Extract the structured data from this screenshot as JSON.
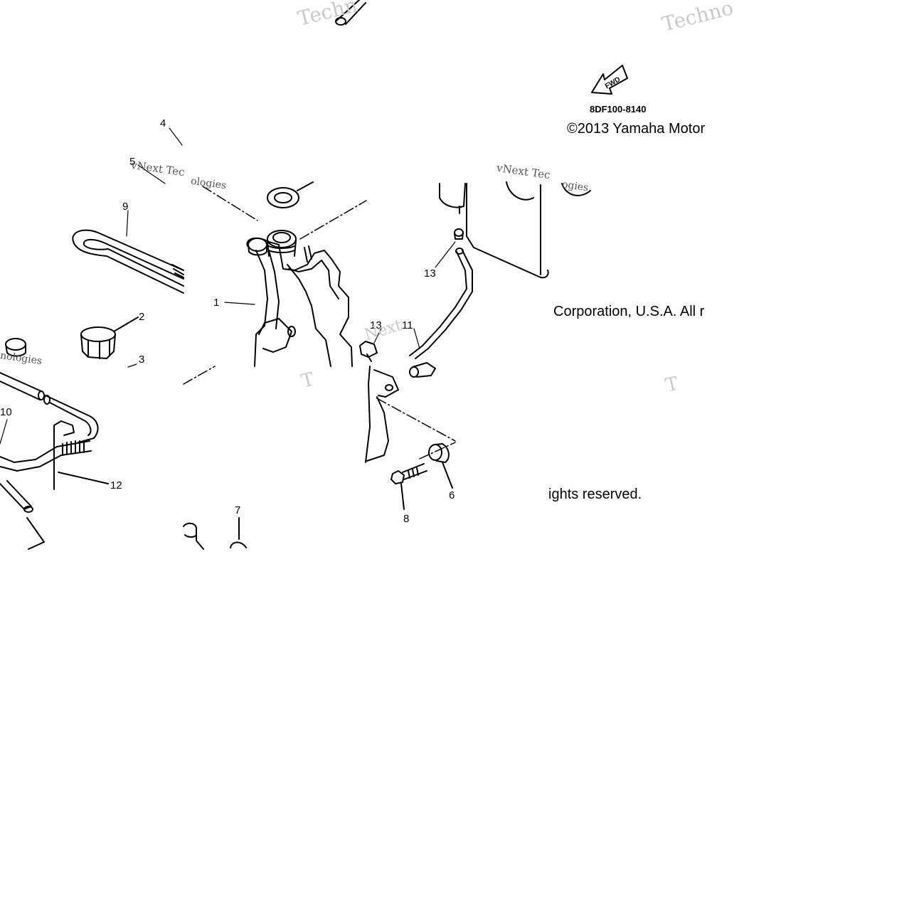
{
  "diagram": {
    "part_code": "8DF100-8140",
    "fwd_label": "FWD",
    "copyright": {
      "line1": "©2013 Yamaha Motor",
      "line2": "Corporation, U.S.A. All r",
      "line3": "ights reserved."
    },
    "callouts": {
      "c1": "1",
      "c2": "2",
      "c3": "3",
      "c4": "4",
      "c5": "5",
      "c6": "6",
      "c7": "7",
      "c8": "8",
      "c9": "9",
      "c10": "10",
      "c11": "11",
      "c12": "12",
      "c13a": "13",
      "c13b": "13"
    },
    "watermarks": {
      "w1": "Techn",
      "w2": "Techno",
      "w3": "vNext Tec",
      "w4": "vNext Tec",
      "w5": "nologies",
      "w6": "ologies",
      "w7": "ogies",
      "w8": "Next",
      "w9": "T",
      "w10": "T"
    }
  }
}
